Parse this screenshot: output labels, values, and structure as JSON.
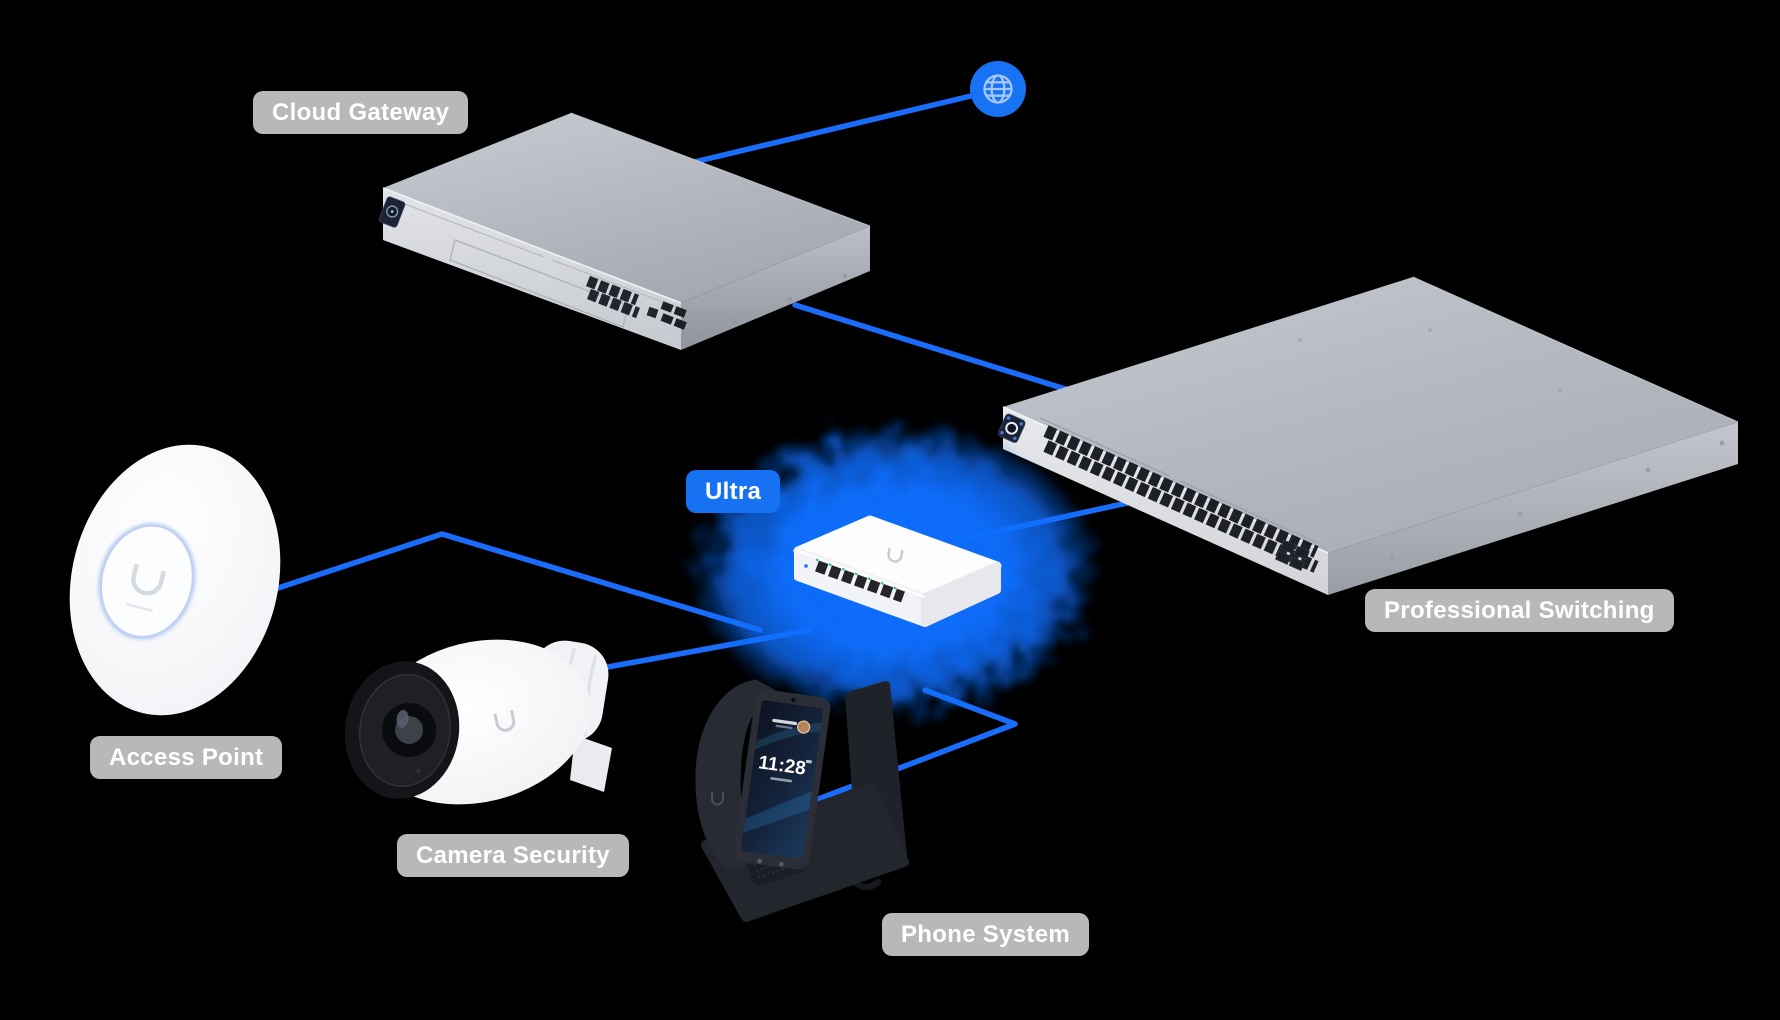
{
  "diagram": {
    "title": "UniFi network topology illustration",
    "background_color": "#000000",
    "accent_line_color": "#1a6dfa",
    "glow_color": "#0d6efe",
    "label_bg_color": "#b7b8ba",
    "label_text_color": "#ffffff",
    "ultra_label_bg_color": "#1671f3",
    "globe_bg_color": "#1873f4",
    "labels": {
      "cloud_gateway": "Cloud Gateway",
      "professional_switching": "Professional Switching",
      "ultra": "Ultra",
      "access_point": "Access Point",
      "camera_security": "Camera Security",
      "phone_system": "Phone System"
    },
    "icons": {
      "globe": "globe-icon"
    },
    "phone_screen": {
      "time": "11:28"
    }
  }
}
